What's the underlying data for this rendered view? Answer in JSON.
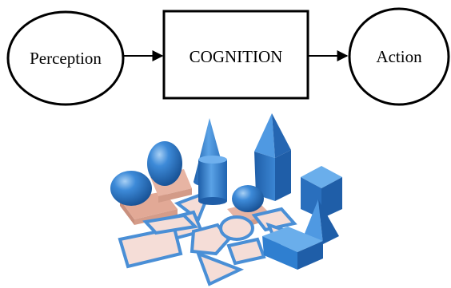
{
  "diagram": {
    "nodes": [
      {
        "id": "perception",
        "label": "Perception",
        "shape": "ellipse"
      },
      {
        "id": "cognition",
        "label": "COGNITION",
        "shape": "rectangle"
      },
      {
        "id": "action",
        "label": "Action",
        "shape": "ellipse"
      }
    ],
    "edges": [
      {
        "from": "perception",
        "to": "cognition"
      },
      {
        "from": "cognition",
        "to": "action"
      }
    ]
  },
  "photo": {
    "subject": "blue geometric solids with pink base shapes",
    "colors": {
      "solid": "#2f7fd0",
      "solid_dark": "#1d5ea8",
      "solid_light": "#7fb7ec",
      "card_fill": "#f4d9d3",
      "card_border": "#4a8fd6",
      "wood": "#e8b8a8"
    }
  }
}
